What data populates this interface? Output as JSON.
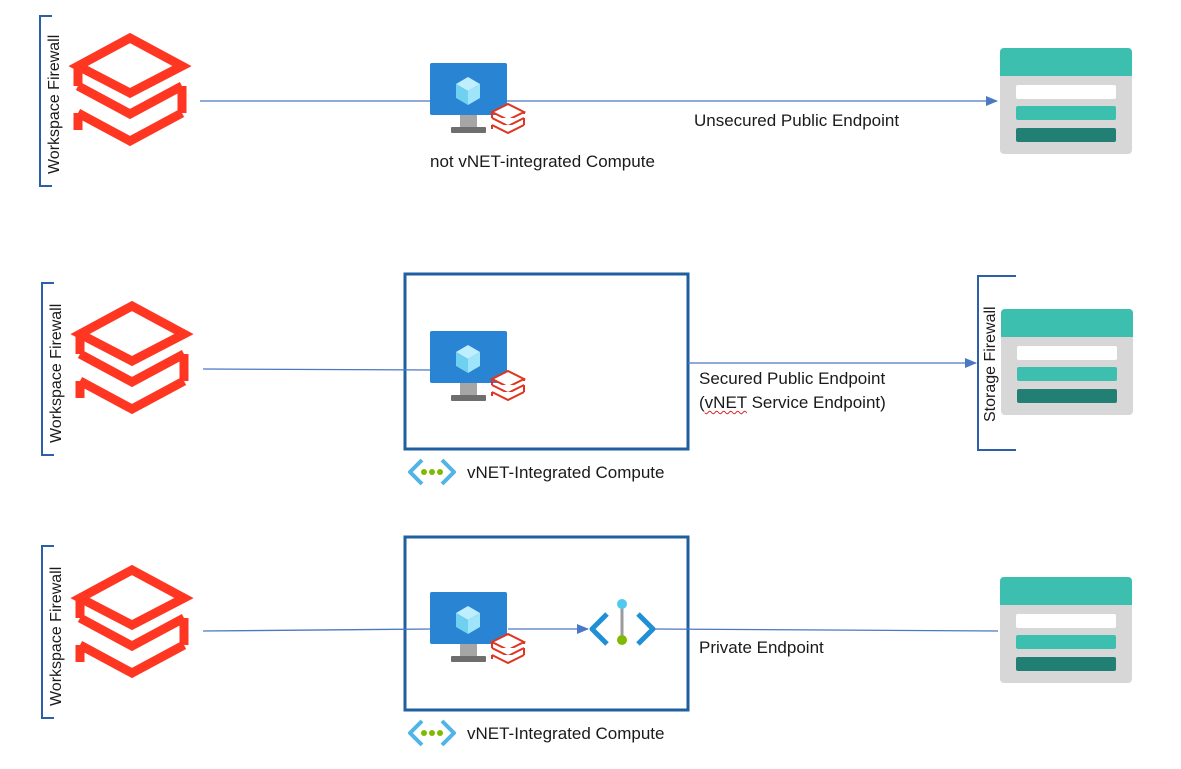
{
  "colors": {
    "databricks_red": "#ff3621",
    "azure_blue": "#1f6fb5",
    "teal": "#3cbfae",
    "dark_teal": "#227f73",
    "line_blue": "#4a78c2",
    "storage_grey": "#d9d9d9",
    "vnet_green": "#7fba00"
  },
  "icons": [
    "databricks-icon",
    "virtual-machine-icon",
    "storage-account-icon",
    "vnet-icon",
    "private-endpoint-icon"
  ],
  "rows": [
    {
      "firewall_label": "Workspace Firewall",
      "compute_label": "not vNET-integrated Compute",
      "endpoint_label": "Unsecured Public Endpoint"
    },
    {
      "firewall_label": "Workspace Firewall",
      "compute_label": "vNET-Integrated Compute",
      "endpoint_label_line1": "Secured Public Endpoint",
      "endpoint_label_line2_prefix": "(",
      "endpoint_label_line2_underlined": "vNET",
      "endpoint_label_line2_suffix": " Service Endpoint)",
      "storage_firewall_label": "Storage Firewall"
    },
    {
      "firewall_label": "Workspace Firewall",
      "compute_label": "vNET-Integrated Compute",
      "endpoint_label": "Private Endpoint"
    }
  ]
}
